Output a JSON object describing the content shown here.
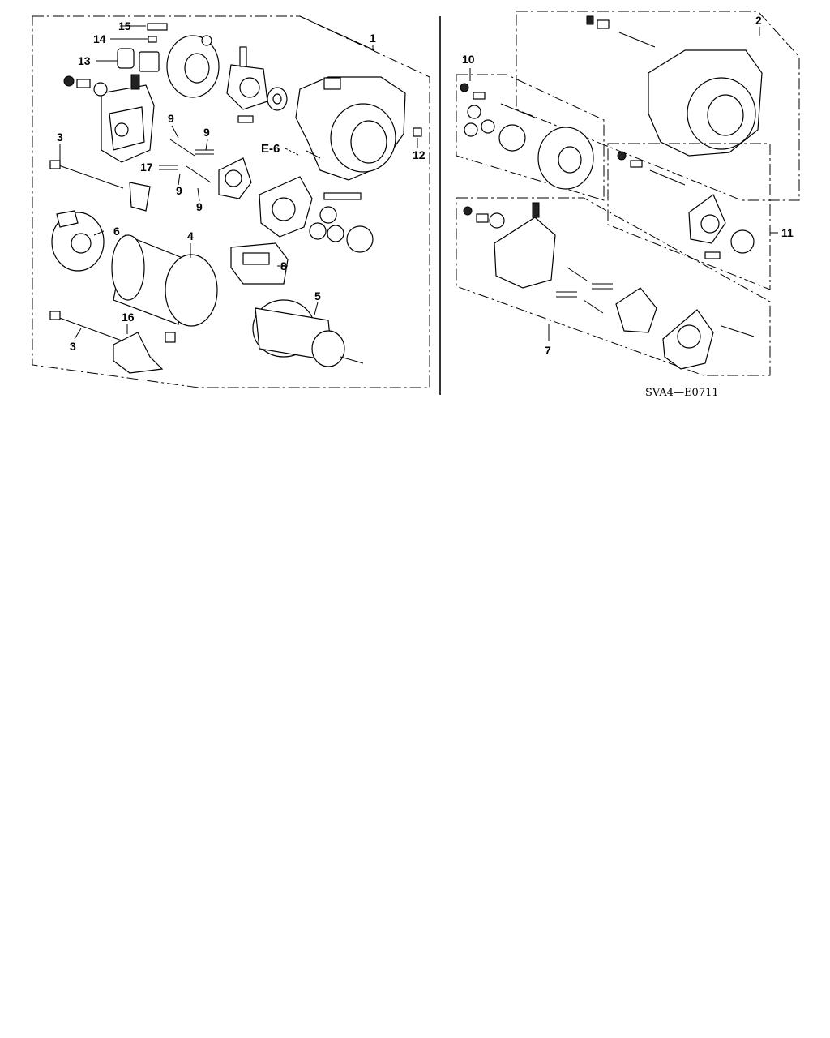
{
  "diagram": {
    "reference_label": "E-6",
    "diagram_code": "SVA4—E0711",
    "callouts": {
      "c1": "1",
      "c2": "2",
      "c3a": "3",
      "c3b": "3",
      "c4": "4",
      "c5": "5",
      "c6": "6",
      "c7": "7",
      "c8": "8",
      "c9a": "9",
      "c9b": "9",
      "c9c": "9",
      "c9d": "9",
      "c10": "10",
      "c11": "11",
      "c12": "12",
      "c13": "13",
      "c14": "14",
      "c15": "15",
      "c16": "16",
      "c17": "17"
    }
  }
}
